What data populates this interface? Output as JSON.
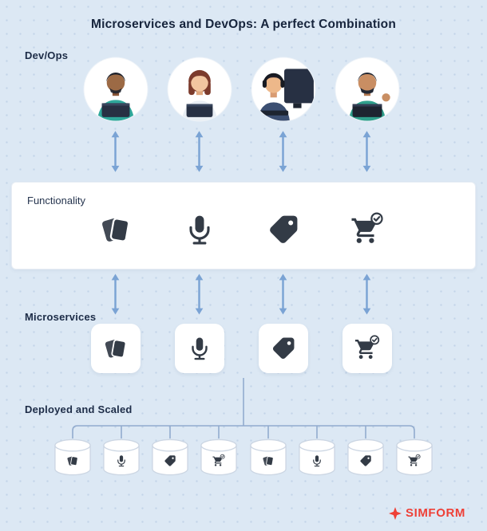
{
  "title": "Microservices and DevOps: A perfect Combination",
  "sections": {
    "devops_label": "Dev/Ops",
    "functionality_label": "Functionality",
    "microservices_label": "Microservices",
    "deployed_label": "Deployed and Scaled"
  },
  "avatars": [
    {
      "name": "developer-man-laptop"
    },
    {
      "name": "developer-woman-laptop"
    },
    {
      "name": "developer-man-headphones-desktop"
    },
    {
      "name": "developer-man-laptop-waving"
    }
  ],
  "functionality": {
    "icons": [
      "cards",
      "mic",
      "tag",
      "cart"
    ]
  },
  "microservices": {
    "icons": [
      "cards",
      "mic",
      "tag",
      "cart"
    ]
  },
  "deployed": {
    "databases": [
      "cards",
      "mic",
      "tag",
      "cart",
      "cards",
      "mic",
      "tag",
      "cart"
    ]
  },
  "logo": {
    "text": "SIMFORM"
  },
  "colors": {
    "background": "#dce8f4",
    "arrow_blue": "#7aa3d4",
    "connector_blue": "#92abce",
    "icon_dark": "#333b46",
    "text_dark": "#1d2c47",
    "logo_red": "#ee4037",
    "panel_white": "#ffffff"
  }
}
